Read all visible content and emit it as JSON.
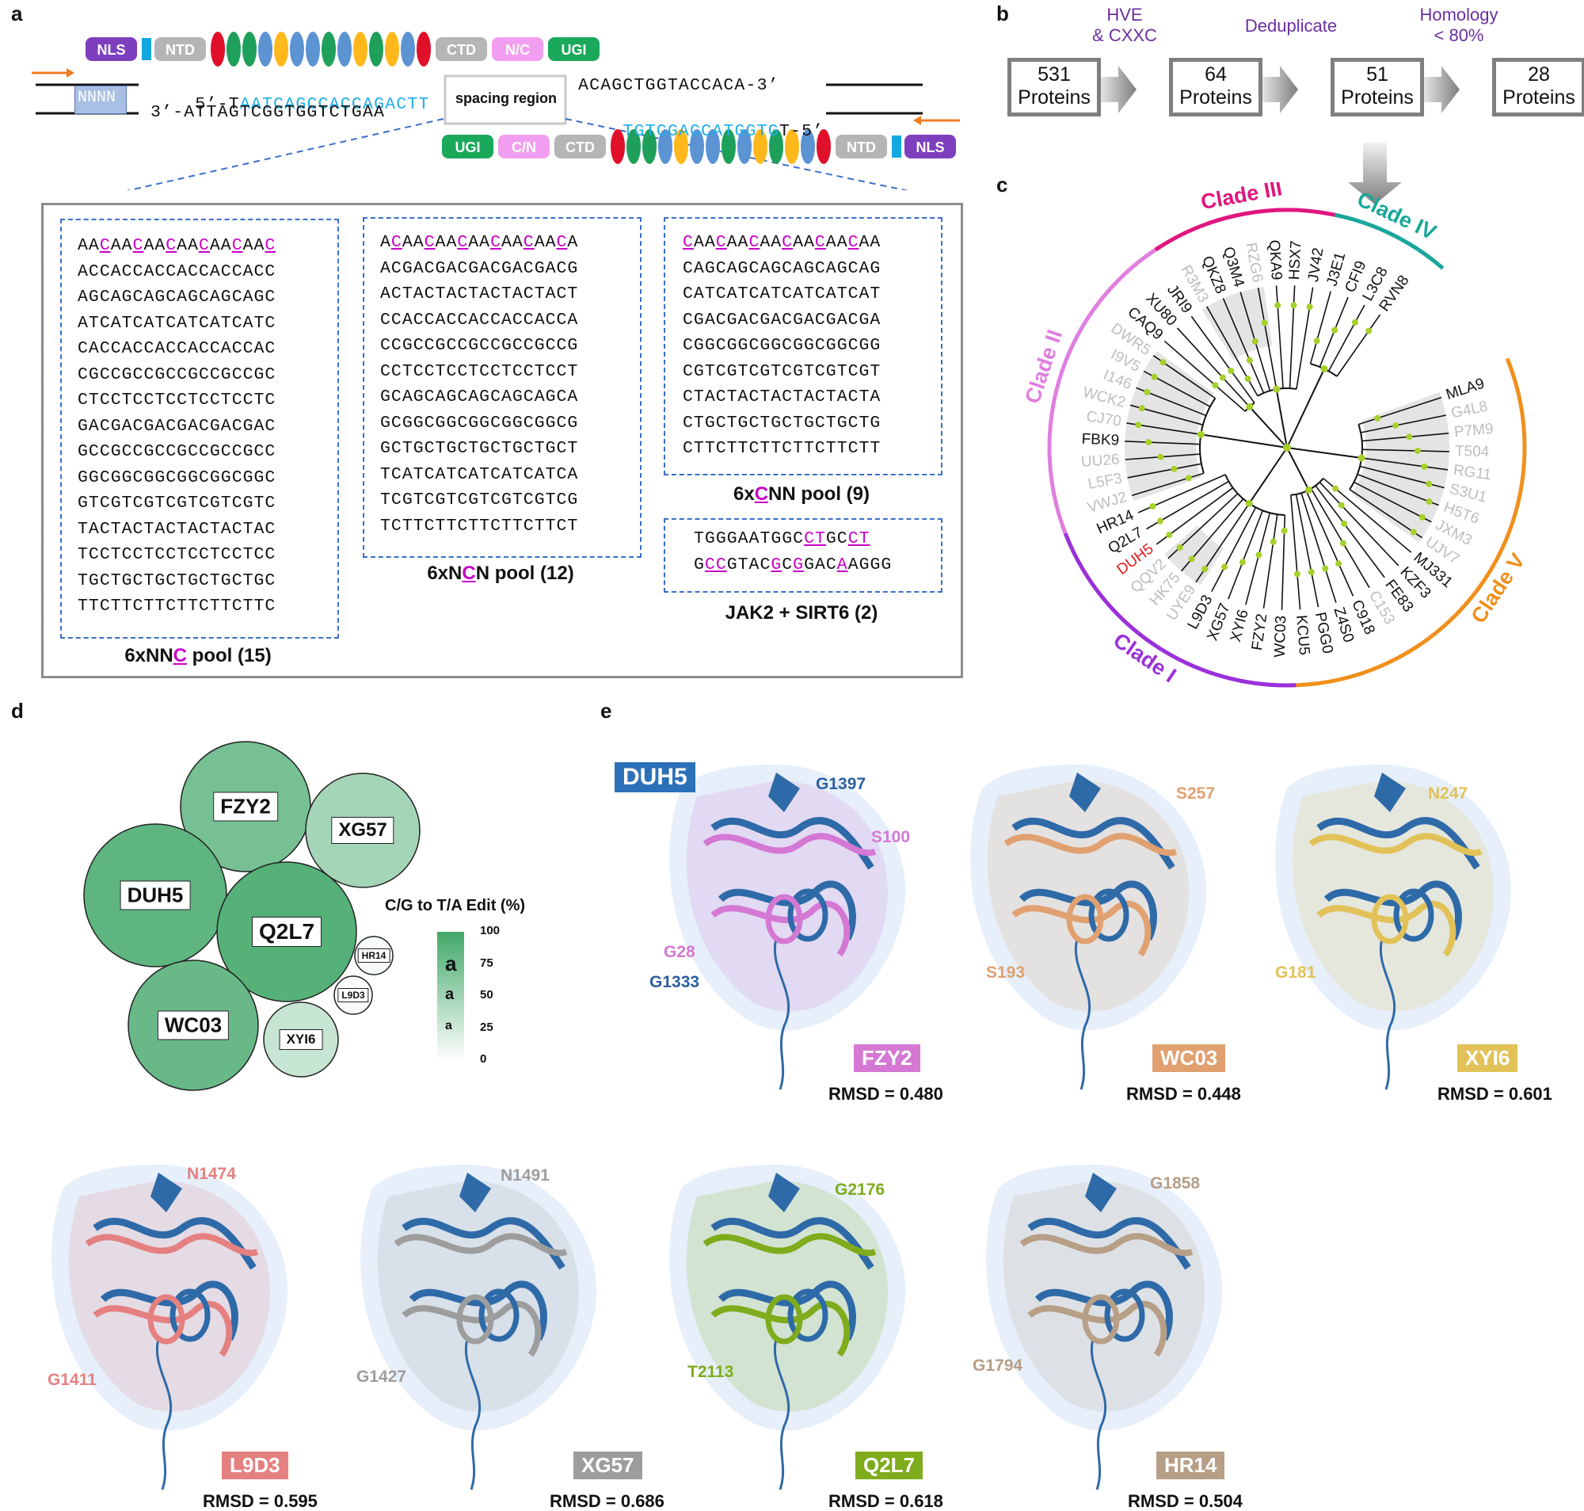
{
  "panels": {
    "a": "a",
    "b": "b",
    "c": "c",
    "d": "d",
    "e": "e"
  },
  "construct": {
    "top_domains": [
      "NLS",
      "NTD",
      "CTD",
      "N/C",
      "UGI"
    ],
    "bottom_domains": [
      "UGI",
      "C/N",
      "CTD",
      "NTD",
      "NLS"
    ],
    "random_label": "NNNN",
    "seq_top_prefix": "5’-T",
    "seq_top_blue": "AATCAGCCACCAGACTT",
    "seq_bottom": "3’-ATTAGTCGGTGGTCTGAA",
    "spacing_label": "spacing region",
    "seq_right_top": "ACAGCTGGTACCACA-3’",
    "seq_right_bottom_blue": "TGTCGACCATGGTG",
    "seq_right_bottom_suffix": "T-5’"
  },
  "pools": {
    "nnc": {
      "lines": [
        "AACAACAACAACAACAAC",
        "ACCACCACCACCACCACC",
        "AGCAGCAGCAGCAGCAGC",
        "ATCATCATCATCATCATC",
        "CACCACCACCACCACCAC",
        "CGCCGCCGCCGCCGCCGC",
        "CTCCTCCTCCTCCTCCTC",
        "GACGACGACGACGACGAC",
        "GCCGCCGCCGCCGCCGCC",
        "GGCGGCGGCGGCGGCGGC",
        "GTCGTCGTCGTCGTCGTC",
        "TACTACTACTACTACTAC",
        "TCCTCCTCCTCCTCCTCC",
        "TGCTGCTGCTGCTGCTGC",
        "TTCTTCTTCTTCTTCTTC"
      ],
      "title_pre": "6xNN",
      "title_c": "C",
      "title_post": " pool (15)"
    },
    "ncn": {
      "lines": [
        "ACAACAACAACAACAACA",
        "ACGACGACGACGACGACG",
        "ACTACTACTACTACTACT",
        "CCACCACCACCACCACCA",
        "CCGCCGCCGCCGCCGCCG",
        "CCTCCTCCTCCTCCTCCT",
        "GCAGCAGCAGCAGCAGCA",
        "GCGGCGGCGGCGGCGGCG",
        "GCTGCTGCTGCTGCTGCT",
        "TCATCATCATCATCATCA",
        "TCGTCGTCGTCGTCGTCG",
        "TCTTCTTCTTCTTCTTCT"
      ],
      "title_pre": "6xN",
      "title_c": "C",
      "title_post": "N pool (12)"
    },
    "cnn": {
      "lines": [
        "CAACAACAACAACAACAA",
        "CAGCAGCAGCAGCAGCAG",
        "CATCATCATCATCATCAT",
        "CGACGACGACGACGACGA",
        "CGGCGGCGGCGGCGGCGG",
        "CGTCGTCGTCGTCGTCGT",
        "CTACTACTACTACTACTA",
        "CTGCTGCTGCTGCTGCTG",
        "CTTCTTCTTCTTCTTCTT"
      ],
      "title_pre": "6x",
      "title_c": "C",
      "title_post": "NN pool (9)"
    },
    "jak": {
      "lines": [
        "TGGGAATGGCCTGCCT",
        "GCCGTACGCGGACAAGGG"
      ],
      "title": "JAK2 + SIRT6 (2)"
    }
  },
  "funnel": {
    "boxes": [
      {
        "num": "531",
        "unit": "Proteins"
      },
      {
        "num": "64",
        "unit": "Proteins"
      },
      {
        "num": "51",
        "unit": "Proteins"
      },
      {
        "num": "28",
        "unit": "Proteins"
      }
    ],
    "filters": [
      "HVE\n& CXXC",
      "Deduplicate",
      "Homology\n< 80%"
    ]
  },
  "tree": {
    "clades": [
      "Clade I",
      "Clade II",
      "Clade III",
      "Clade IV",
      "Clade V"
    ],
    "clade_colors": {
      "I": "#9b30d9",
      "II": "#e07ee0",
      "III": "#e0157f",
      "IV": "#19a79a",
      "V": "#f0901c"
    },
    "leaves": [
      {
        "name": "MLA9",
        "selected": true
      },
      {
        "name": "G4L8",
        "selected": false
      },
      {
        "name": "P7M9",
        "selected": false
      },
      {
        "name": "T504",
        "selected": false
      },
      {
        "name": "RG11",
        "selected": false
      },
      {
        "name": "S3U1",
        "selected": false
      },
      {
        "name": "H5T6",
        "selected": false
      },
      {
        "name": "JXM3",
        "selected": false
      },
      {
        "name": "UJV7",
        "selected": false
      },
      {
        "name": "MJ331",
        "selected": true
      },
      {
        "name": "KZF3",
        "selected": true
      },
      {
        "name": "FE83",
        "selected": true
      },
      {
        "name": "C153",
        "selected": false
      },
      {
        "name": "C918",
        "selected": true
      },
      {
        "name": "Z4S0",
        "selected": true
      },
      {
        "name": "PGG0",
        "selected": true
      },
      {
        "name": "KCU5",
        "selected": true
      },
      {
        "name": "WC03",
        "selected": true
      },
      {
        "name": "FZY2",
        "selected": true
      },
      {
        "name": "XYI6",
        "selected": true
      },
      {
        "name": "XG57",
        "selected": true
      },
      {
        "name": "L9D3",
        "selected": true
      },
      {
        "name": "UYE9",
        "selected": false
      },
      {
        "name": "HK75",
        "selected": false
      },
      {
        "name": "QQV2",
        "selected": false
      },
      {
        "name": "DUH5",
        "selected": true,
        "highlight": true
      },
      {
        "name": "Q2L7",
        "selected": true
      },
      {
        "name": "HR14",
        "selected": true
      },
      {
        "name": "VWJ2",
        "selected": false
      },
      {
        "name": "L5F3",
        "selected": false
      },
      {
        "name": "UU26",
        "selected": false
      },
      {
        "name": "FBK9",
        "selected": true
      },
      {
        "name": "CJ70",
        "selected": false
      },
      {
        "name": "WCK2",
        "selected": false
      },
      {
        "name": "I146",
        "selected": false
      },
      {
        "name": "I9V5",
        "selected": false
      },
      {
        "name": "DWR5",
        "selected": false
      },
      {
        "name": "CAQ9",
        "selected": true
      },
      {
        "name": "XU80",
        "selected": true
      },
      {
        "name": "JRI9",
        "selected": true
      },
      {
        "name": "R3M3",
        "selected": false
      },
      {
        "name": "QKZ8",
        "selected": true
      },
      {
        "name": "Q3M4",
        "selected": true
      },
      {
        "name": "RZG6",
        "selected": false
      },
      {
        "name": "QKA9",
        "selected": true
      },
      {
        "name": "HSX7",
        "selected": true
      },
      {
        "name": "JV42",
        "selected": true
      },
      {
        "name": "J3E1",
        "selected": true
      },
      {
        "name": "CFI9",
        "selected": true
      },
      {
        "name": "L3C8",
        "selected": true
      },
      {
        "name": "RVN8",
        "selected": true
      }
    ]
  },
  "bubbles": {
    "legend_title": "C/G to T/A Edit (%)",
    "legend_ticks": [
      "100",
      "75",
      "50",
      "25",
      "0"
    ],
    "legend_glyph": "a",
    "items": [
      {
        "name": "FZY2",
        "edit": 72
      },
      {
        "name": "XG57",
        "edit": 48
      },
      {
        "name": "DUH5",
        "edit": 85
      },
      {
        "name": "Q2L7",
        "edit": 90
      },
      {
        "name": "WC03",
        "edit": 80
      },
      {
        "name": "XYI6",
        "edit": 30
      },
      {
        "name": "HR14",
        "edit": 4
      },
      {
        "name": "L9D3",
        "edit": 3
      }
    ]
  },
  "structures": {
    "reference": "DUH5",
    "reference_residues": [
      "G1397",
      "G1333"
    ],
    "items": [
      {
        "name": "FZY2",
        "rmsd": "RMSD = 0.480",
        "color": "#d478d4",
        "res": [
          "S100",
          "G28"
        ]
      },
      {
        "name": "WC03",
        "rmsd": "RMSD = 0.448",
        "color": "#e0a070",
        "res": [
          "S257",
          "S193"
        ]
      },
      {
        "name": "XYI6",
        "rmsd": "RMSD = 0.601",
        "color": "#e2c258",
        "res": [
          "N247",
          "G181"
        ]
      },
      {
        "name": "L9D3",
        "rmsd": "RMSD = 0.595",
        "color": "#e58080",
        "res": [
          "N1474",
          "G1411"
        ]
      },
      {
        "name": "XG57",
        "rmsd": "RMSD = 0.686",
        "color": "#9d9d9d",
        "res": [
          "N1491",
          "G1427"
        ]
      },
      {
        "name": "Q2L7",
        "rmsd": "RMSD = 0.618",
        "color": "#7eac1c",
        "res": [
          "G2176",
          "T2113"
        ]
      },
      {
        "name": "HR14",
        "rmsd": "RMSD = 0.504",
        "color": "#b79e86",
        "res": [
          "G1858",
          "G1794"
        ]
      }
    ]
  }
}
